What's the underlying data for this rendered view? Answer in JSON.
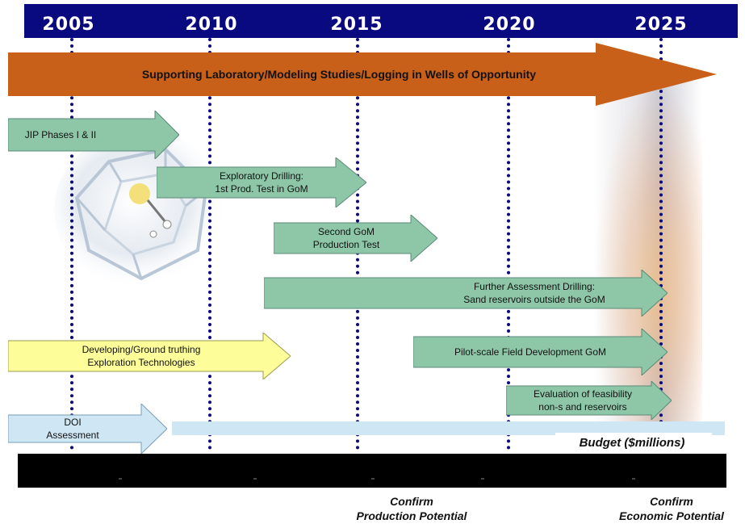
{
  "timeline": {
    "years": [
      "2005",
      "2010",
      "2015",
      "2020",
      "2025"
    ],
    "header_color": "#0a0a80"
  },
  "main_arrow": {
    "label": "Supporting Laboratory/Modeling Studies/Logging in Wells of Opportunity",
    "color": "#c9601a"
  },
  "activities": [
    {
      "id": "jip",
      "lines": [
        "JIP Phases I & II"
      ],
      "color": "#8ec7a8"
    },
    {
      "id": "exploratory",
      "lines": [
        "Exploratory Drilling:",
        "1st Prod. Test in GoM"
      ],
      "color": "#8ec7a8"
    },
    {
      "id": "second-gom",
      "lines": [
        "Second GoM",
        "Production Test"
      ],
      "color": "#8ec7a8"
    },
    {
      "id": "further",
      "lines": [
        "Further  Assessment Drilling:",
        "Sand reservoirs outside the GoM"
      ],
      "color": "#8ec7a8"
    },
    {
      "id": "ground-truthing",
      "lines": [
        "Developing/Ground truthing",
        "Exploration Technologies"
      ],
      "color": "#fdfd9a"
    },
    {
      "id": "pilot",
      "lines": [
        "Pilot-scale Field Development  GoM"
      ],
      "color": "#8ec7a8"
    },
    {
      "id": "evaluation",
      "lines": [
        "Evaluation of feasibility",
        "non-s and reservoirs"
      ],
      "color": "#8ec7a8"
    },
    {
      "id": "doi",
      "lines": [
        "DOI",
        "Assessment"
      ],
      "color": "#cfe6f4"
    }
  ],
  "budget": {
    "label": "Budget  ($millions)"
  },
  "milestones": [
    {
      "lines": [
        "Confirm",
        "Production Potential"
      ]
    },
    {
      "lines": [
        "Confirm",
        "Economic Potential"
      ]
    }
  ]
}
